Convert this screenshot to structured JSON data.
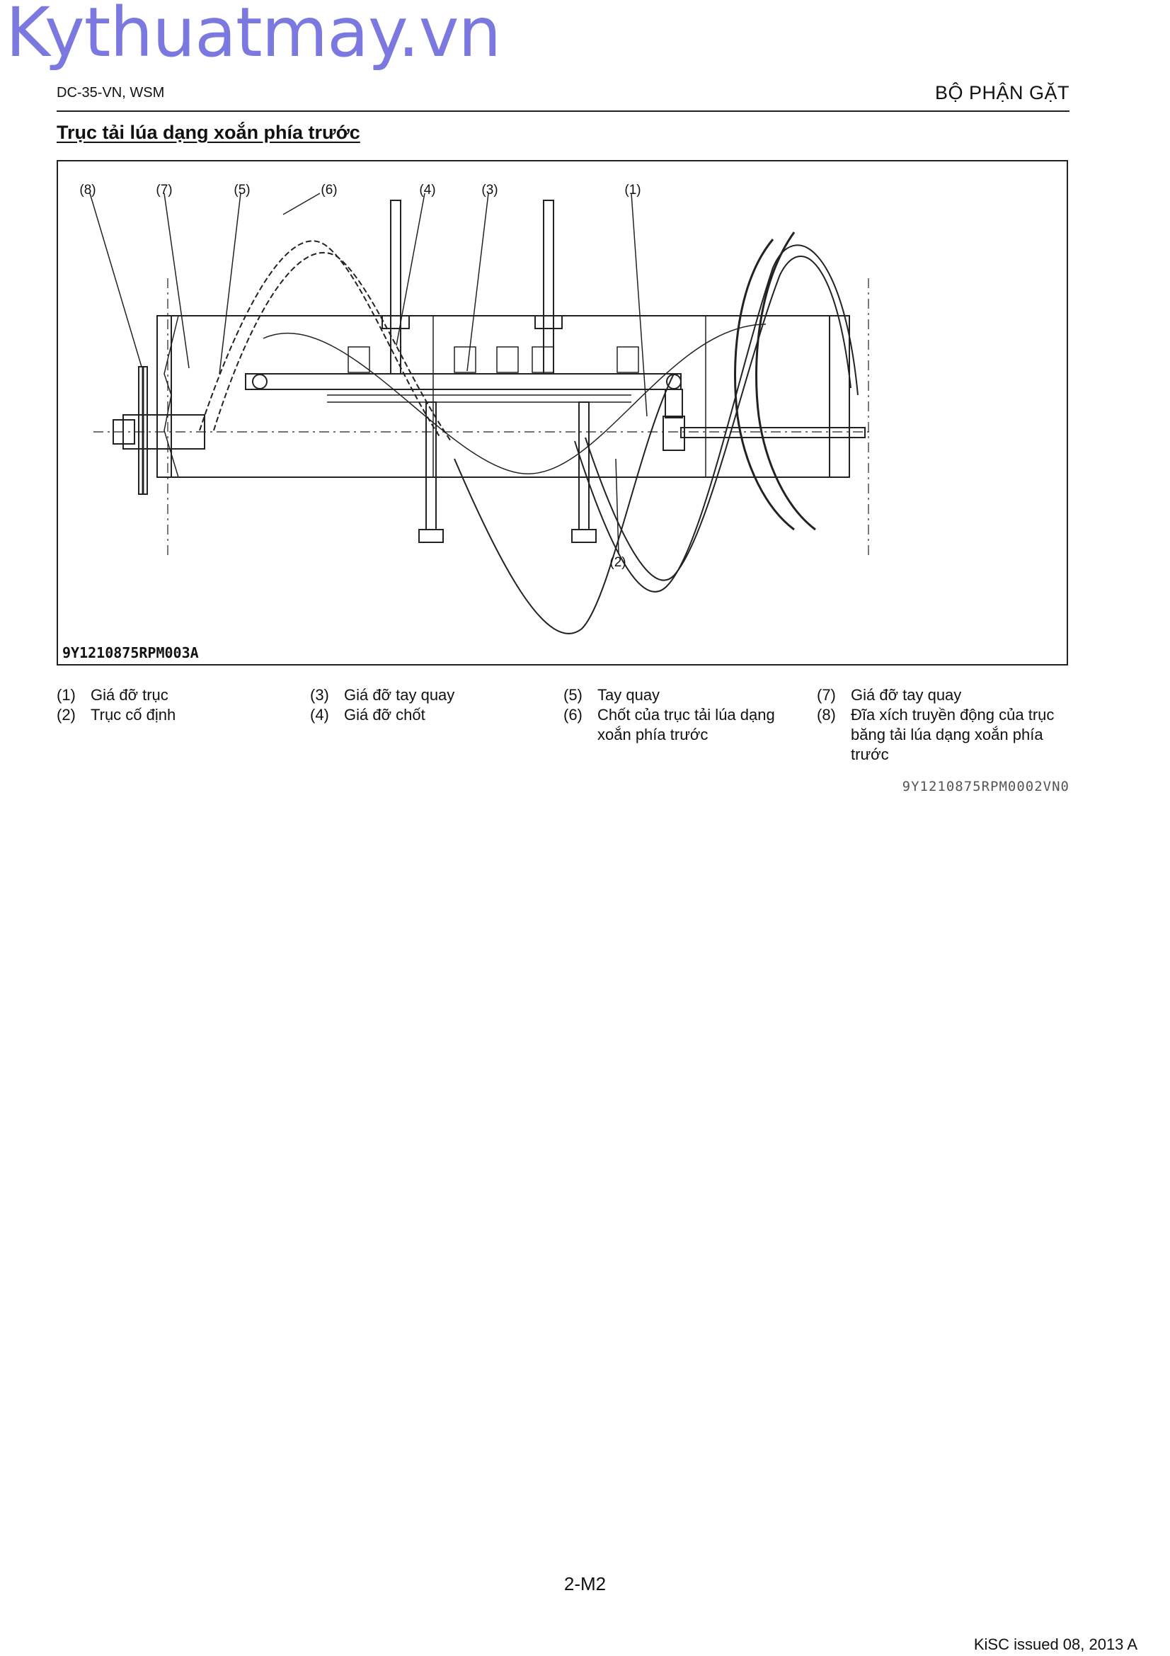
{
  "watermark": "Kythuatmay.vn",
  "header": {
    "doc_id": "DC-35-VN, WSM",
    "section": "BỘ PHẬN GẶT"
  },
  "title": "Trục tải lúa dạng xoắn phía trước",
  "figure": {
    "code": "9Y1210875RPM003A",
    "callouts": [
      "(8)",
      "(7)",
      "(5)",
      "(6)",
      "(4)",
      "(3)",
      "(1)",
      "(2)"
    ]
  },
  "legend": [
    {
      "num": "(1)",
      "text": "Giá đỡ trục"
    },
    {
      "num": "(2)",
      "text": "Trục cố định"
    },
    {
      "num": "(3)",
      "text": "Giá đỡ tay quay"
    },
    {
      "num": "(4)",
      "text": "Giá đỡ chốt"
    },
    {
      "num": "(5)",
      "text": "Tay quay"
    },
    {
      "num": "(6)",
      "text": "Chốt của trục tải lúa dạng xoắn phía trước"
    },
    {
      "num": "(7)",
      "text": "Giá đỡ tay quay"
    },
    {
      "num": "(8)",
      "text": "Đĩa xích truyền động của trục băng tải lúa dạng xoắn phía trước"
    }
  ],
  "doc_code": "9Y1210875RPM0002VN0",
  "page_number": "2-M2",
  "footer": "KiSC issued 08, 2013 A"
}
